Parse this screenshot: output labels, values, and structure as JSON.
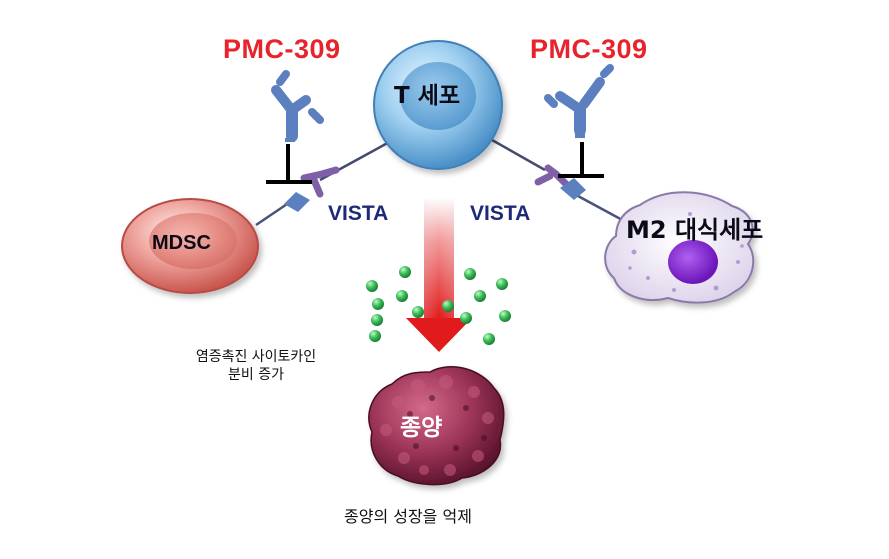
{
  "labels": {
    "drug_left": "PMC-309",
    "drug_right": "PMC-309",
    "t_cell": "T 세포",
    "vista_left": "VISTA",
    "vista_right": "VISTA",
    "mdsc": "MDSC",
    "macrophage": "M2 대식세포",
    "cytokine_line1": "염증촉진 사이토카인",
    "cytokine_line2": "분비 증가",
    "tumor": "종양",
    "outcome": "종양의 성장을 억제"
  },
  "colors": {
    "drug_text": "#e8232b",
    "vista_text": "#1c2a78",
    "antibody": "#5b7fbf",
    "receptor": "#7f5fa8",
    "cytokine": "#2db34a",
    "arrow": "#e11b1b",
    "tumor": "#7a2440"
  }
}
